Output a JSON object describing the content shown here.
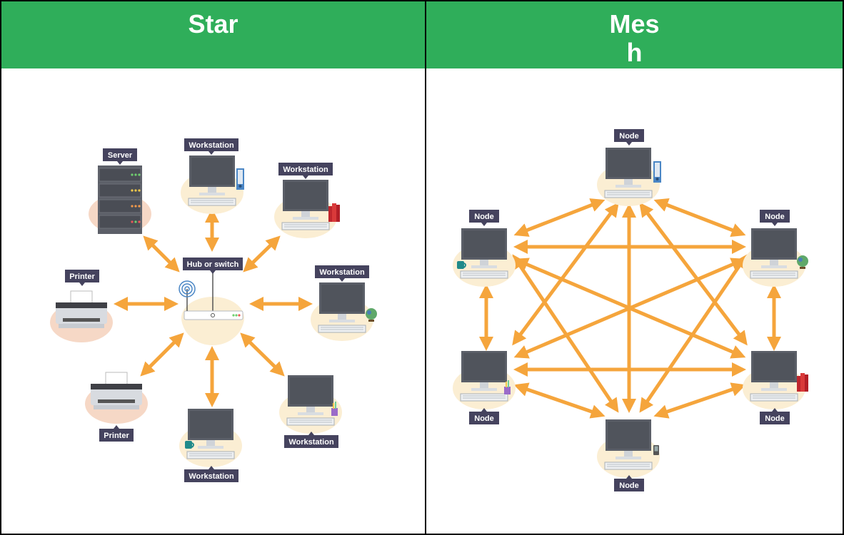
{
  "headers": {
    "star": "Star",
    "mesh_line1": "Mes",
    "mesh_line2": "h"
  },
  "star": {
    "server": "Server",
    "hub": "Hub or switch",
    "printer_top": "Printer",
    "printer_bottom": "Printer",
    "ws_top": "Workstation",
    "ws_top_right": "Workstation",
    "ws_right": "Workstation",
    "ws_bottom_right": "Workstation",
    "ws_bottom": "Workstation"
  },
  "mesh": {
    "node_label": "Node"
  },
  "colors": {
    "header_green": "#2fae5a",
    "arrow": "#f5a53c",
    "label_bg": "#45435e",
    "monitor": "#4d5159"
  }
}
